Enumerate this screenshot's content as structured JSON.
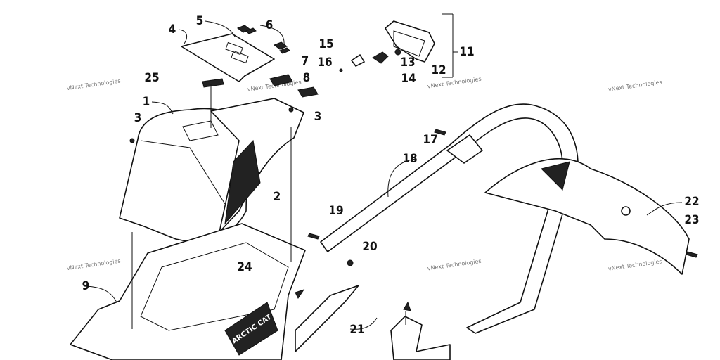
{
  "watermark": "vNext Technologies",
  "callouts": {
    "c1": "1",
    "c2": "2",
    "c3a": "3",
    "c3b": "3",
    "c4": "4",
    "c5": "5",
    "c6": "6",
    "c7": "7",
    "c8": "8",
    "c9": "9",
    "c11": "11",
    "c12": "12",
    "c13": "13",
    "c14": "14",
    "c15": "15",
    "c16": "16",
    "c17": "17",
    "c18": "18",
    "c19": "19",
    "c20": "20",
    "c21": "21",
    "c22": "22",
    "c23": "23",
    "c24": "24",
    "c25": "25"
  },
  "decal_text": {
    "brand": "ARCTIC CAT"
  }
}
